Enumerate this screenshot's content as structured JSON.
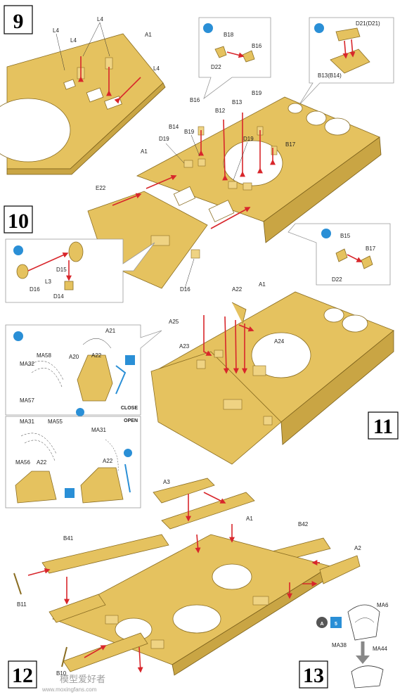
{
  "steps": [
    "9",
    "10",
    "11",
    "12",
    "13"
  ],
  "step9": {
    "labels": [
      "L4",
      "L4",
      "L4",
      "A1",
      "L4",
      "B18",
      "B16",
      "D22",
      "D21(D21)",
      "B13(B14)",
      "B16",
      "B12",
      "B13",
      "B19",
      "B14",
      "B19",
      "D19",
      "D19",
      "B17",
      "A1",
      "E22",
      "D16"
    ]
  },
  "step10": {
    "labels": [
      "D16",
      "D15",
      "L3",
      "D14",
      "B15",
      "B17",
      "D22"
    ]
  },
  "step11": {
    "labels": [
      "A22",
      "A1",
      "A25",
      "A24",
      "A23",
      "A21",
      "A20",
      "A22",
      "MA58",
      "MA32",
      "MA57",
      "MA31",
      "MA55",
      "MA56",
      "MA31",
      "A22",
      "A22"
    ],
    "state_close": "CLOSE",
    "state_open": "OPEN"
  },
  "step12": {
    "labels": [
      "A3",
      "A1",
      "B42",
      "B41",
      "A2",
      "B11",
      "B10"
    ]
  },
  "step13": {
    "labels": [
      "MA6",
      "MA38",
      "MA44"
    ],
    "marker": "A",
    "qty": "5"
  },
  "watermark": {
    "text": "模型爱好者",
    "url": "www.moxingfans.com"
  },
  "colors": {
    "part": "#e5c25f",
    "arrow": "#d8262b",
    "glue": "#2a8fd6"
  }
}
